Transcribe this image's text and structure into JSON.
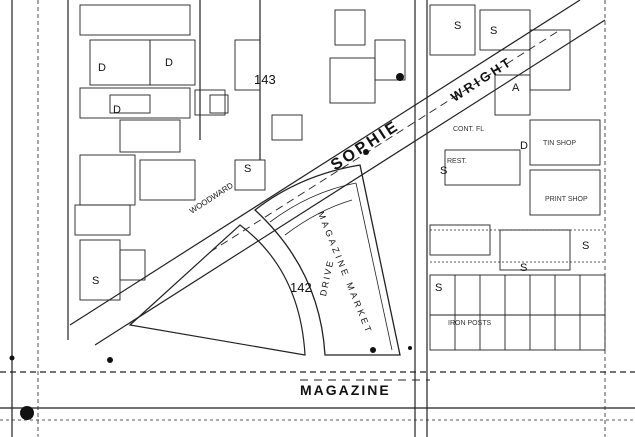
{
  "map": {
    "streets": {
      "sophie": "SOPHIE",
      "wright": "WRIGHT",
      "magazine": "MAGAZINE",
      "woodward": "WOODWARD",
      "magazine_market": "MAGAZINE MARKET",
      "drive": "DRIVE"
    },
    "blocks": {
      "block_143": "143",
      "block_142": "142"
    },
    "building_letters": {
      "d1": "D",
      "d2": "D",
      "d3": "D",
      "d4": "D",
      "s1": "S",
      "s2": "S",
      "s3": "S",
      "s4": "S",
      "s5": "S",
      "s6": "S",
      "s7": "S",
      "s8": "S",
      "a1": "A"
    },
    "annotations": {
      "tin_shop": "TIN SHOP",
      "rest": "REST.",
      "print_shop": "PRINT SHOP",
      "iron_posts": "IRON POSTS",
      "cont_fl": "CONT. FL"
    },
    "colors": {
      "ink": "#111111",
      "paper": "#ffffff",
      "line": "#222222"
    }
  }
}
